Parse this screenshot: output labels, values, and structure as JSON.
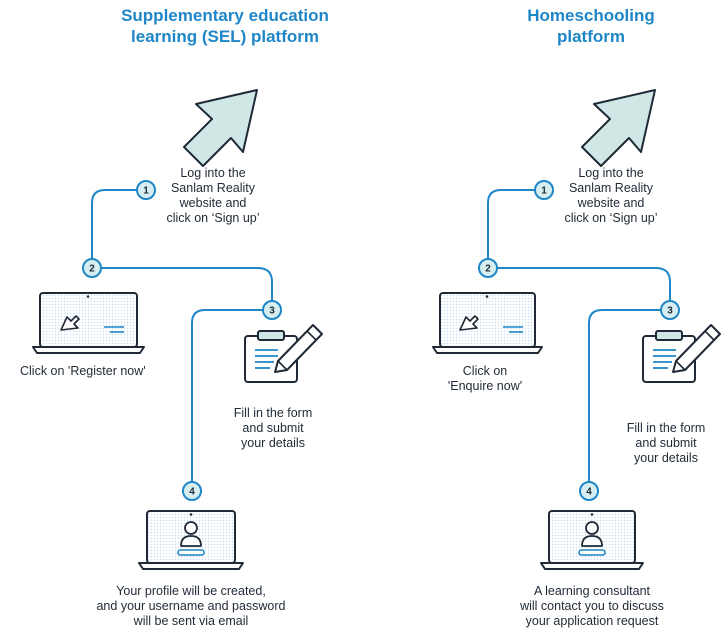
{
  "panels": [
    {
      "title_line1": "Supplementary education",
      "title_line2": "learning (SEL) platform",
      "step_numbers": [
        "1",
        "2",
        "3",
        "4"
      ],
      "step1": [
        "Log into the",
        "Sanlam Reality",
        "website and",
        "click on ‘Sign up’"
      ],
      "step2": [
        "Click on 'Register now'"
      ],
      "step3": [
        "Fill in the form",
        "and submit",
        "your details"
      ],
      "step4": [
        "Your profile will be created,",
        "and your username and password",
        "will be sent via email"
      ]
    },
    {
      "title_line1": "Homeschooling",
      "title_line2": "platform",
      "step_numbers": [
        "1",
        "2",
        "3",
        "4"
      ],
      "step1": [
        "Log into the",
        "Sanlam Reality",
        "website and",
        "click on ‘Sign up’"
      ],
      "step2": [
        "Click on",
        "'Enquire now'"
      ],
      "step3": [
        "Fill in the form",
        "and submit",
        "your details"
      ],
      "step4": [
        "A learning consultant",
        "will contact you to discuss",
        "your application request"
      ]
    }
  ],
  "colors": {
    "title": "#1f86c8",
    "line": "#1f86c8",
    "badge_fill": "#d6eef0",
    "arrow_fill": "#cfe8e6",
    "dark": "#1f2a36",
    "screen_dots": "#cfe2f2"
  },
  "icons": [
    "arrow-up-right-icon",
    "laptop-cursor-icon",
    "clipboard-pencil-icon",
    "laptop-profile-icon"
  ]
}
